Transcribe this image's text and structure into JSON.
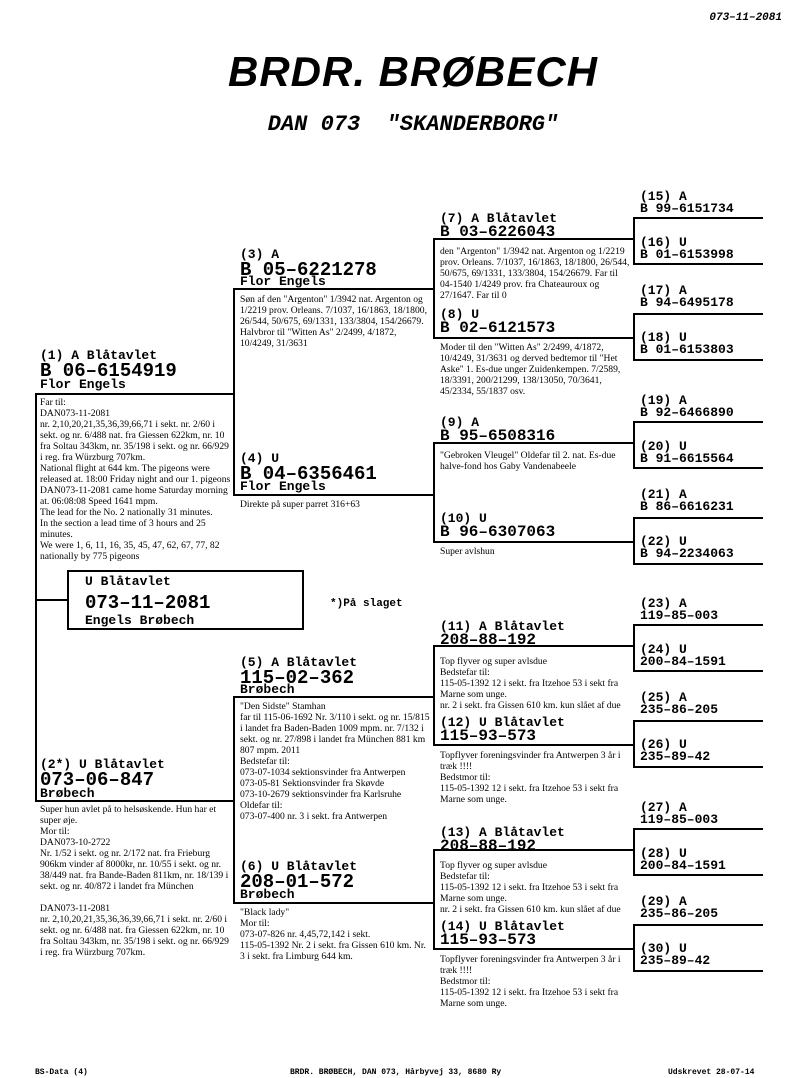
{
  "header": {
    "print_code": "073–11–2081",
    "title": "BRDR. BRØBECH",
    "subtitle": "DAN 073  \"SKANDERBORG\""
  },
  "subject": {
    "line1": "U Blåtavlet",
    "ring": "073–11–2081",
    "owner": "Engels Brøbech",
    "note": "*)På slaget"
  },
  "gen1": [
    {
      "label": "(1) A Blåtavlet",
      "ring": "B 06–6154919",
      "owner": "Flor Engels",
      "desc": "Far til:\nDAN073-11-2081\nnr. 2,10,20,21,35,36,39,66,71 i sekt. nr. 2/60 i sekt. og nr. 6/488 nat. fra Giessen 622km, nr. 10 fra Soltau 343km, nr. 35/198 i sekt. og nr. 66/929 i reg. fra Würzburg 707km.\nNational flight at 644 km. The pigeons were released at. 18:00 Friday night and our 1. pigeons DAN073-11-2081 came home Saturday morning at. 06:08:08 Speed 1641 mpm.\nThe lead for the No. 2 nationally 31 minutes.\nIn the section a lead time of 3 hours and 25 minutes.\nWe were 1, 6, 11, 16, 35, 45, 47, 62, 67, 77, 82 nationally by 775 pigeons"
    },
    {
      "label": "(2*) U Blåtavlet",
      "ring": "073–06–847",
      "owner": "Brøbech",
      "desc": "Super hun avlet på to helsøskende. Hun har et super øje.\nMor til:\nDAN073-10-2722\nNr. 1/52 i sekt. og nr. 2/172 nat. fra Frieburg 906km vinder af 8000kr, nr. 10/55 i sekt. og nr. 38/449 nat. fra Bande-Baden 811km, nr. 18/139 i sekt. og nr. 40/872 i landet fra München\n\nDAN073-11-2081\nnr. 2,10,20,21,35,36,36,39,66,71 i sekt. nr. 2/60 i sekt. og nr. 6/488 nat. fra Giessen 622km, nr. 10 fra Soltau 343km, nr. 35/198 i sekt. og nr. 66/929 i reg. fra Würzburg 707km."
    }
  ],
  "gen2": [
    {
      "label": "(3) A",
      "ring": "B 05–6221278",
      "owner": "Flor Engels",
      "desc": "Søn af den \"Argenton\" 1/3942 nat. Argenton og 1/2219 prov. Orleans. 7/1037, 16/1863, 18/1800, 26/544, 50/675, 69/1331, 133/3804, 154/26679. Halvbror til \"Witten As\" 2/2499, 4/1872, 10/4249, 31/3631"
    },
    {
      "label": "(4) U",
      "ring": "B 04–6356461",
      "owner": "Flor Engels",
      "desc": "Direkte på super parret 316+63"
    },
    {
      "label": "(5) A Blåtavlet",
      "ring": "115–02–362",
      "owner": "Brøbech",
      "desc": "\"Den Sidste\" Stamhan\nfar til 115-06-1692 Nr. 3/110 i sekt. og nr. 15/815 i landet fra Baden-Baden 1009 mpm. nr. 7/132 i sekt. og nr. 27/898 i landet fra München 881 km 807 mpm. 2011\nBedstefar til:\n073-07-1034 sektionsvinder fra Antwerpen\n073-05-81 Sektionsvinder fra Skøvde\n073-10-2679 sektionsvinder fra Karlsruhe\nOldefar til:\n073-07-400 nr. 3 i sekt. fra Antwerpen"
    },
    {
      "label": "(6) U Blåtavlet",
      "ring": "208–01–572",
      "owner": "Brøbech",
      "desc": "\"Black lady\"\nMor til:\n073-07-826 nr. 4,45,72,142 i sekt.\n115-05-1392 Nr. 2 i sekt. fra Gissen 610 km. Nr. 3 i sekt. fra Limburg 644 km."
    }
  ],
  "gen3": [
    {
      "label": "(7) A Blåtavlet",
      "ring": "B 03–6226043",
      "desc": "den \"Argenton\" 1/3942 nat. Argenton og 1/2219 prov. Orleans. 7/1037, 16/1863, 18/1800, 26/544, 50/675, 69/1331, 133/3804, 154/26679.  Far til 04-1540 1/4249 prov. fra Chateauroux og 27/1647. Far til 0"
    },
    {
      "label": "(8) U",
      "ring": "B 02–6121573",
      "desc": "Moder til den \"Witten As\" 2/2499, 4/1872, 10/4249, 31/3631 og derved bedtemor til \"Het Aske\" 1. Es-due unger Zuidenkempen. 7/2589, 18/3391, 200/21299, 138/13050, 70/3641, 45/2334, 55/1837 osv."
    },
    {
      "label": "(9) A",
      "ring": "B 95–6508316",
      "desc": "\"Gebroken Vleugel\"  Oldefar til 2. nat. Es-due halve-fond hos Gaby Vandenabeele"
    },
    {
      "label": "(10) U",
      "ring": "B 96–6307063",
      "desc": "Super avlshun"
    },
    {
      "label": "(11) A Blåtavlet",
      "ring": "208–88–192",
      "desc": "Top flyver og super avlsdue\nBedstefar til:\n115-05-1392 12 i sekt. fra Itzehoe 53 i sekt fra Marne som unge.\nnr. 2 i sekt. fra Gissen 610 km. kun slået af due"
    },
    {
      "label": "(12) U Blåtavlet",
      "ring": "115–93–573",
      "desc": "Topflyver foreningsvinder fra Antwerpen 3 år i træk !!!!\nBedstmor til:\n115-05-1392 12 i sekt. fra Itzehoe 53 i sekt fra Marne som unge."
    },
    {
      "label": "(13) A Blåtavlet",
      "ring": "208–88–192",
      "desc": "Top flyver og super avlsdue\nBedstefar til:\n115-05-1392 12 i sekt. fra Itzehoe 53 i sekt fra Marne som unge.\nnr. 2 i sekt. fra Gissen 610 km. kun slået af due"
    },
    {
      "label": "(14) U Blåtavlet",
      "ring": "115–93–573",
      "desc": "Topflyver foreningsvinder fra Antwerpen 3 år i træk !!!!\nBedstmor til:\n115-05-1392 12 i sekt. fra Itzehoe 53 i sekt fra Marne som unge."
    }
  ],
  "gen4": [
    {
      "label": "(15) A",
      "ring": "B 99–6151734"
    },
    {
      "label": "(16) U",
      "ring": "B 01–6153998"
    },
    {
      "label": "(17) A",
      "ring": "B 94–6495178"
    },
    {
      "label": "(18) U",
      "ring": "B 01–6153803"
    },
    {
      "label": "(19) A",
      "ring": "B 92–6466890"
    },
    {
      "label": "(20) U",
      "ring": "B 91–6615564"
    },
    {
      "label": "(21) A",
      "ring": "B 86–6616231"
    },
    {
      "label": "(22) U",
      "ring": "B 94–2234063"
    },
    {
      "label": "(23) A",
      "ring": "119–85–003"
    },
    {
      "label": "(24) U",
      "ring": "200–84–1591"
    },
    {
      "label": "(25) A",
      "ring": "235–86–205"
    },
    {
      "label": "(26) U",
      "ring": "235–89–42"
    },
    {
      "label": "(27) A",
      "ring": "119–85–003"
    },
    {
      "label": "(28) U",
      "ring": "200–84–1591"
    },
    {
      "label": "(29) A",
      "ring": "235–86–205"
    },
    {
      "label": "(30) U",
      "ring": "235–89–42"
    }
  ],
  "footer": {
    "left": "BS-Data (4)",
    "center": "BRDR. BRØBECH, DAN 073, Hårbyvej 33, 8680 Ry",
    "right": "Udskrevet 28-07-14"
  }
}
